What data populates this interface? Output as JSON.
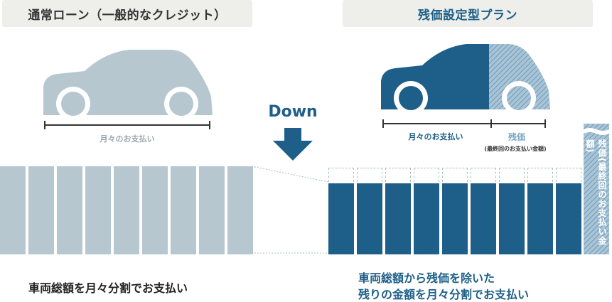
{
  "left_panel": {
    "title": "通常ローン（一般的なクレジット）",
    "bracket_label": "月々のお支払い",
    "description": "車両総額を月々分割でお支払い",
    "segment_count": 9
  },
  "center": {
    "arrow_label": "Down"
  },
  "right_panel": {
    "title": "残価設定型プラン",
    "bracket_label_monthly": "月々のお支払い",
    "bracket_label_residual": "残価",
    "bracket_label_residual_note": "(最終回のお支払い金額)",
    "residual_bar_label": "残価(最終回のお支払い金額)",
    "description_line1": "車両総額から残価を除いた",
    "description_line2": "残りの金額を月々分割でお支払い",
    "segment_count": 9
  },
  "colors": {
    "light_blue_gray": "#b7c7cf",
    "dark_blue": "#1d5f89",
    "hatch_blue": "#8fb3c9",
    "tab_bg": "#eeeeea"
  }
}
